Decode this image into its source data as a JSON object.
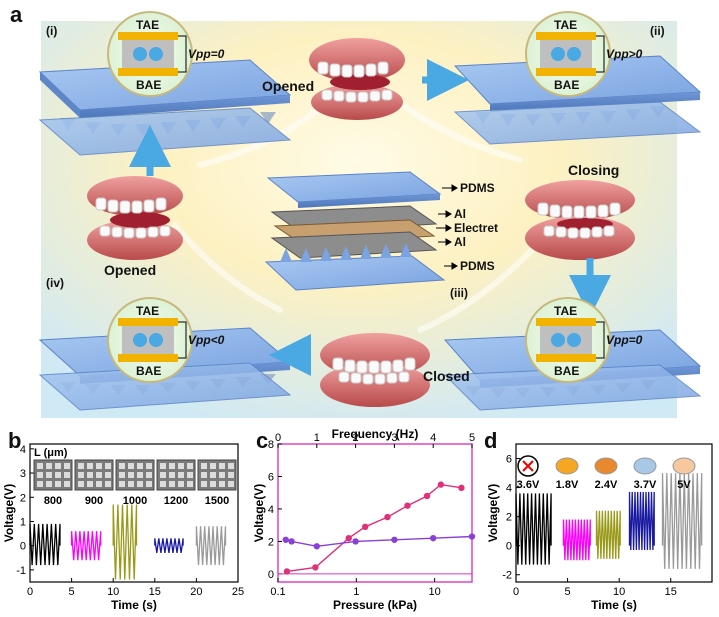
{
  "panels": {
    "a": "a",
    "b": "b",
    "c": "c",
    "d": "d"
  },
  "schematic": {
    "states": {
      "i": "(i)",
      "ii": "(ii)",
      "iii": "(iii)",
      "iv": "(iv)"
    },
    "electrodes": {
      "top": "TAE",
      "bottom": "BAE"
    },
    "vpp": {
      "i": "Vpp=0",
      "ii": "Vpp>0",
      "iii": "Vpp=0",
      "iv": "Vpp<0"
    },
    "actions": {
      "opened_top": "Opened",
      "closing": "Closing",
      "closed": "Closed",
      "opened_left": "Opened"
    },
    "layers": [
      "PDMS",
      "Al",
      "Electret",
      "Al",
      "PDMS"
    ]
  },
  "colors": {
    "blue_layer": "#8fb6ec",
    "gold": "#f2b300",
    "bubble": "#bfbfbf",
    "arrow": "#5ab4e8",
    "bg_yellow": "#fdf4cc",
    "bg_blue": "#d6eef8"
  },
  "chart_data": [
    {
      "id": "b",
      "type": "line",
      "xlabel": "Time (s)",
      "ylabel": "Voltage(V)",
      "xlim": [
        0,
        25
      ],
      "ylim": [
        -1.5,
        4.2
      ],
      "xticks": [
        0,
        5,
        10,
        15,
        20,
        25
      ],
      "yticks": [
        -1,
        0,
        1,
        2,
        3,
        4
      ],
      "inset_label": "L (μm)",
      "series": [
        {
          "name": "800",
          "color": "#000000",
          "t_range": [
            0,
            3.6
          ],
          "peak": 0.9,
          "trough": -0.8,
          "cycles": 7
        },
        {
          "name": "900",
          "color": "#ff00ff",
          "t_range": [
            5,
            8.5
          ],
          "peak": 0.6,
          "trough": -0.6,
          "cycles": 7
        },
        {
          "name": "1000",
          "color": "#9a9a1a",
          "t_range": [
            10,
            12.8
          ],
          "peak": 1.7,
          "trough": -1.4,
          "cycles": 5
        },
        {
          "name": "1200",
          "color": "#1a1aa0",
          "t_range": [
            15,
            18.4
          ],
          "peak": 0.3,
          "trough": -0.3,
          "cycles": 7
        },
        {
          "name": "1500",
          "color": "#9a9a9a",
          "t_range": [
            20,
            23.5
          ],
          "peak": 0.8,
          "trough": -0.8,
          "cycles": 7
        }
      ]
    },
    {
      "id": "c",
      "type": "line",
      "xlabel": "Pressure (kPa)",
      "x2label": "Frequency (Hz)",
      "ylabel": "Voltage(V)",
      "xscale": "log",
      "xlim": [
        0.1,
        30
      ],
      "x2lim": [
        0,
        5
      ],
      "ylim": [
        -0.5,
        8
      ],
      "xticks": [
        0.1,
        1,
        10
      ],
      "xticklabels": [
        "0.1",
        "1",
        "10"
      ],
      "x2ticks": [
        0,
        1,
        2,
        3,
        4,
        5
      ],
      "yticks": [
        0,
        2,
        4,
        6,
        8
      ],
      "series": [
        {
          "axis": "pressure",
          "color": "#e0307a",
          "x": [
            0.13,
            0.3,
            0.8,
            1.3,
            2.5,
            4.5,
            8,
            12,
            22
          ],
          "y": [
            0.15,
            0.4,
            2.2,
            2.9,
            3.5,
            4.2,
            4.8,
            5.5,
            5.3
          ]
        },
        {
          "axis": "frequency",
          "color": "#8a3fd6",
          "x": [
            0.2,
            0.35,
            1,
            2,
            3,
            4,
            5
          ],
          "y": [
            2.1,
            2.0,
            1.7,
            2.0,
            2.1,
            2.2,
            2.3
          ]
        }
      ]
    },
    {
      "id": "d",
      "type": "line",
      "xlabel": "Time (s)",
      "ylabel": "Voltage(V)",
      "xlim": [
        0,
        19
      ],
      "ylim": [
        -2.5,
        7
      ],
      "xticks": [
        0,
        5,
        10,
        15
      ],
      "yticks": [
        -2,
        0,
        2,
        4,
        6
      ],
      "series": [
        {
          "name": "3.6V",
          "color": "#000000",
          "t_range": [
            0,
            3.4
          ],
          "peak": 3.6,
          "trough": -1.3,
          "cycles": 9
        },
        {
          "name": "1.8V",
          "color": "#ff00ff",
          "t_range": [
            4.6,
            7.2
          ],
          "peak": 1.8,
          "trough": -1.0,
          "cycles": 9
        },
        {
          "name": "2.4V",
          "color": "#9a9a1a",
          "t_range": [
            7.8,
            10.1
          ],
          "peak": 2.4,
          "trough": -0.9,
          "cycles": 8
        },
        {
          "name": "3.7V",
          "color": "#1a1aa0",
          "t_range": [
            11.0,
            13.4
          ],
          "peak": 3.7,
          "trough": -0.3,
          "cycles": 9
        },
        {
          "name": "5V",
          "color": "#9a9a9a",
          "t_range": [
            14.2,
            18.0
          ],
          "peak": 5.0,
          "trough": -1.6,
          "cycles": 9
        }
      ]
    }
  ]
}
